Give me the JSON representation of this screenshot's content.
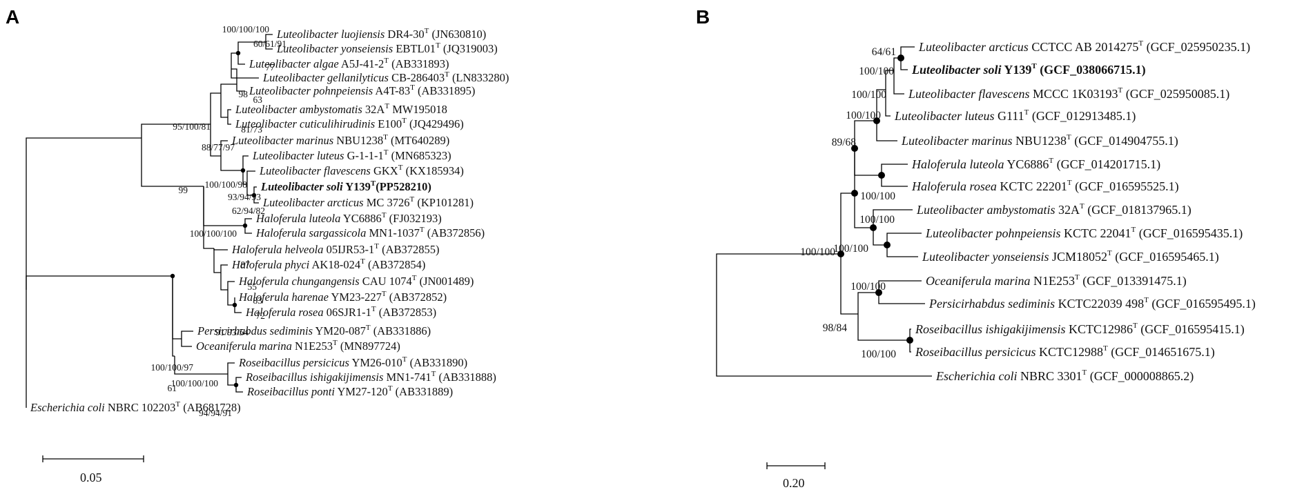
{
  "panels": [
    {
      "label": "A",
      "scale_bar": "0.05",
      "taxa": [
        {
          "genus_species": "Luteolibacter luojiensis",
          "strain": "DR4-30",
          "acc": "(JN630810)"
        },
        {
          "genus_species": "Luteolibacter yonseiensis",
          "strain": "EBTL01",
          "acc": "(JQ319003)"
        },
        {
          "genus_species": "Luteolibacter algae",
          "strain": "A5J-41-2",
          "acc": "(AB331893)"
        },
        {
          "genus_species": "Luteolibacter gellanilyticus",
          "strain": "CB-286403",
          "acc": "(LN833280)"
        },
        {
          "genus_species": "Luteolibacter pohnpeiensis",
          "strain": "A4T-83",
          "acc": "(AB331895)"
        },
        {
          "genus_species": "Luteolibacter ambystomatis",
          "strain": "32A",
          "acc": "MW195018"
        },
        {
          "genus_species": "Luteolibacter cuticulihirudinis",
          "strain": "E100",
          "acc": "(JQ429496)"
        },
        {
          "genus_species": "Luteolibacter marinus",
          "strain": "NBU1238",
          "acc": "(MT640289)"
        },
        {
          "genus_species": "Luteolibacter luteus",
          "strain": "G-1-1-1",
          "acc": "(MN685323)"
        },
        {
          "genus_species": "Luteolibacter flavescens",
          "strain": "GKX",
          "acc": "(KX185934)"
        },
        {
          "genus_species": "Luteolibacter soli",
          "strain": "Y139",
          "acc": "(PP528210)"
        },
        {
          "genus_species": "Luteolibacter arcticus",
          "strain": "MC 3726",
          "acc": "(KP101281)"
        },
        {
          "genus_species": "Haloferula luteola",
          "strain": "YC6886",
          "acc": "(FJ032193)"
        },
        {
          "genus_species": "Haloferula sargassicola",
          "strain": "MN1-1037",
          "acc": "(AB372856)"
        },
        {
          "genus_species": "Haloferula helveola",
          "strain": "05IJR53-1",
          "acc": "(AB372855)"
        },
        {
          "genus_species": "Haloferula phyci",
          "strain": "AK18-024",
          "acc": "(AB372854)"
        },
        {
          "genus_species": "Haloferula chungangensis",
          "strain": "CAU 1074",
          "acc": "(JN001489)"
        },
        {
          "genus_species": "Haloferula harenae",
          "strain": "YM23-227",
          "acc": "(AB372852)"
        },
        {
          "genus_species": "Haloferula rosea",
          "strain": "06SJR1-1",
          "acc": "(AB372853)"
        },
        {
          "genus_species": "Persicirhabdus sediminis",
          "strain": "YM20-087",
          "acc": "(AB331886)"
        },
        {
          "genus_species": "Oceaniferula marina",
          "strain": "N1E253",
          "acc": "(MN897724)"
        },
        {
          "genus_species": "Roseibacillus persicicus",
          "strain": "YM26-010",
          "acc": "(AB331890)"
        },
        {
          "genus_species": "Roseibacillus ishigakijimensis",
          "strain": "MN1-741",
          "acc": "(AB331888)"
        },
        {
          "genus_species": "Roseibacillus ponti",
          "strain": "YM27-120",
          "acc": "(AB331889)"
        },
        {
          "genus_species": "Escherichia coli",
          "strain": "NBRC 102203",
          "acc": "(AB681728)"
        }
      ],
      "bootstrap": [
        "100/100/100",
        "60/61/91",
        "77",
        "63",
        "98",
        "81/73",
        "95/100/81",
        "88/77/97",
        "100/100/98",
        "93/94/93",
        "62/94/82",
        "99",
        "100/100/100",
        "87",
        "55",
        "83",
        "72",
        "91/93/54",
        "100/100/97",
        "61",
        "100/100/100",
        "94/94/91"
      ]
    },
    {
      "label": "B",
      "scale_bar": "0.20",
      "taxa": [
        {
          "genus_species": "Luteolibacter arcticus",
          "strain": "CCTCC AB 2014275",
          "acc": "(GCF_025950235.1)"
        },
        {
          "genus_species": "Luteolibacter soli",
          "strain": "Y139",
          "acc": "(GCF_038066715.1)"
        },
        {
          "genus_species": "Luteolibacter flavescens",
          "strain": "MCCC 1K03193",
          "acc": "(GCF_025950085.1)"
        },
        {
          "genus_species": "Luteolibacter luteus",
          "strain": "G111",
          "acc": "(GCF_012913485.1)"
        },
        {
          "genus_species": "Luteolibacter marinus",
          "strain": "NBU1238",
          "acc": "(GCF_014904755.1)"
        },
        {
          "genus_species": "Haloferula luteola",
          "strain": "YC6886",
          "acc": "(GCF_014201715.1)"
        },
        {
          "genus_species": "Haloferula rosea",
          "strain": "KCTC 22201",
          "acc": "(GCF_016595525.1)"
        },
        {
          "genus_species": "Luteolibacter ambystomatis",
          "strain": "32A",
          "acc": "(GCF_018137965.1)"
        },
        {
          "genus_species": "Luteolibacter pohnpeiensis",
          "strain": "KCTC 22041",
          "acc": "(GCF_016595435.1)"
        },
        {
          "genus_species": "Luteolibacter yonseiensis",
          "strain": "JCM18052",
          "acc": "(GCF_016595465.1)"
        },
        {
          "genus_species": "Oceaniferula marina",
          "strain": "N1E253",
          "acc": "(GCF_013391475.1)"
        },
        {
          "genus_species": "Persicirhabdus sediminis",
          "strain": "KCTC22039 498",
          "acc": "(GCF_016595495.1)"
        },
        {
          "genus_species": "Roseibacillus ishigakijimensis",
          "strain": "KCTC12986",
          "acc": "(GCF_016595415.1)"
        },
        {
          "genus_species": "Roseibacillus persicicus",
          "strain": "KCTC12988",
          "acc": "(GCF_014651675.1)"
        },
        {
          "genus_species": "Escherichia coli",
          "strain": "NBRC 3301",
          "acc": "(GCF_000008865.2)"
        }
      ],
      "bootstrap": [
        "64/61",
        "100/100",
        "100/100",
        "100/100",
        "89/68",
        "100/100",
        "100/100",
        "100/100",
        "100/100",
        "100/100",
        "98/84",
        "100/100"
      ]
    }
  ],
  "type_strain_marker": "T"
}
